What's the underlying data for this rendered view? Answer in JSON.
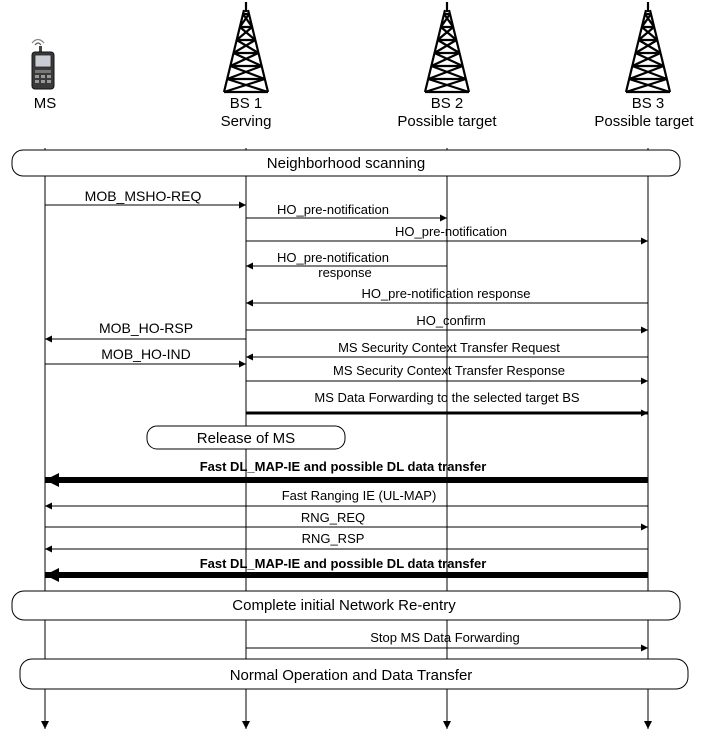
{
  "entities": [
    {
      "id": "ms",
      "name": "MS",
      "role": "",
      "icon": "mobile-phone-icon"
    },
    {
      "id": "bs1",
      "name": "BS 1",
      "role": "Serving",
      "icon": "tower-icon"
    },
    {
      "id": "bs2",
      "name": "BS 2",
      "role": "Possible target",
      "icon": "tower-icon"
    },
    {
      "id": "bs3",
      "name": "BS 3",
      "role": "Possible target",
      "icon": "tower-icon"
    }
  ],
  "phases": [
    {
      "id": "neighborhood-scanning",
      "label": "Neighborhood scanning"
    },
    {
      "id": "release-of-ms",
      "label": "Release of MS"
    },
    {
      "id": "complete-initial-network-re-entry",
      "label": "Complete initial Network Re-entry"
    },
    {
      "id": "normal-operation",
      "label": "Normal Operation and Data Transfer"
    }
  ],
  "messages": [
    {
      "id": "mob-msho-req",
      "label": "MOB_MSHO-REQ",
      "from": "ms",
      "to": "bs1"
    },
    {
      "id": "ho-pre-notification-bs2",
      "label": "HO_pre-notification",
      "from": "bs1",
      "to": "bs2"
    },
    {
      "id": "ho-pre-notification-bs3",
      "label": "HO_pre-notification",
      "from": "bs1",
      "to": "bs3"
    },
    {
      "id": "ho-pre-notification-response-bs2",
      "label": "HO_pre-notification",
      "label2": "response",
      "from": "bs2",
      "to": "bs1"
    },
    {
      "id": "ho-pre-notification-response-bs3",
      "label": "HO_pre-notification response",
      "from": "bs3",
      "to": "bs1"
    },
    {
      "id": "mob-ho-rsp",
      "label": "MOB_HO-RSP",
      "from": "bs1",
      "to": "ms"
    },
    {
      "id": "ho-confirm",
      "label": "HO_confirm",
      "from": "bs1",
      "to": "bs3"
    },
    {
      "id": "mob-ho-ind",
      "label": "MOB_HO-IND",
      "from": "ms",
      "to": "bs1"
    },
    {
      "id": "ms-security-context-request",
      "label": "MS Security Context Transfer Request",
      "from": "bs3",
      "to": "bs1"
    },
    {
      "id": "ms-security-context-response",
      "label": "MS Security Context Transfer Response",
      "from": "bs1",
      "to": "bs3"
    },
    {
      "id": "ms-data-forwarding",
      "label": "MS Data Forwarding to the selected target BS",
      "from": "bs1",
      "to": "bs3",
      "bold": true
    },
    {
      "id": "fast-dl-map-1",
      "label": "Fast DL_MAP-IE and possible DL data transfer",
      "from": "bs3",
      "to": "ms",
      "bold": true
    },
    {
      "id": "fast-ranging-ie",
      "label": "Fast Ranging IE (UL-MAP)",
      "from": "bs3",
      "to": "ms"
    },
    {
      "id": "rng-req",
      "label": "RNG_REQ",
      "from": "ms",
      "to": "bs3"
    },
    {
      "id": "rng-rsp",
      "label": "RNG_RSP",
      "from": "bs3",
      "to": "ms"
    },
    {
      "id": "fast-dl-map-2",
      "label": "Fast DL_MAP-IE and possible DL data transfer",
      "from": "bs3",
      "to": "ms",
      "bold": true
    },
    {
      "id": "stop-ms-data-forwarding",
      "label": "Stop MS Data Forwarding",
      "from": "bs1",
      "to": "bs3"
    }
  ]
}
